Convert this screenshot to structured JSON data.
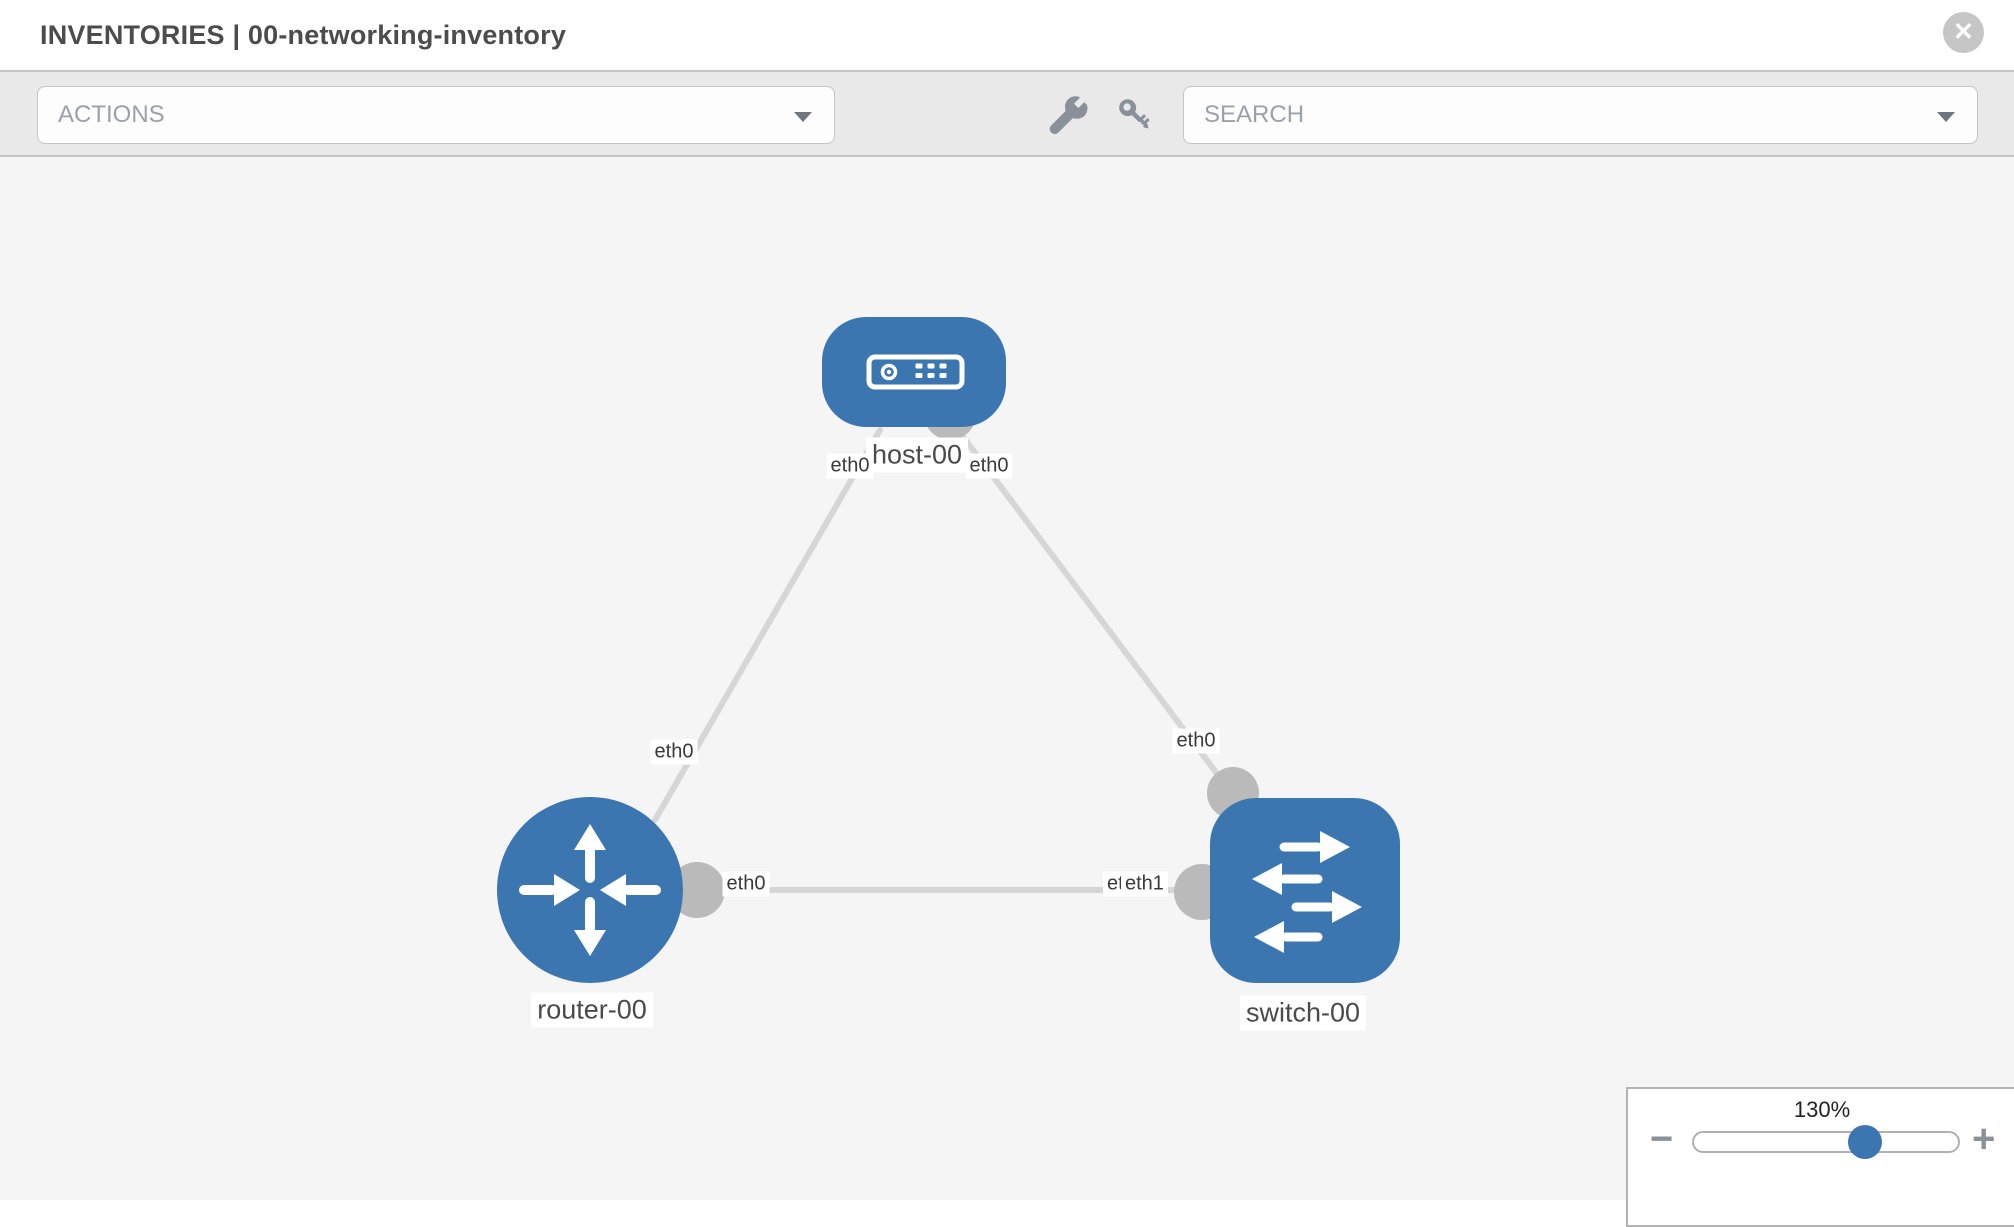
{
  "header": {
    "title": "INVENTORIES | 00-networking-inventory"
  },
  "toolbar": {
    "actions_label": "ACTIONS",
    "search_label": "SEARCH"
  },
  "icons": {
    "close": "✕",
    "minus": "−",
    "plus": "+",
    "wrench": "wrench-icon",
    "key": "key-icon",
    "caret": "chevron-down-icon"
  },
  "colors": {
    "node_blue": "#3b76b1",
    "link_gray": "#d6d6d6",
    "connector_gray": "#bababa",
    "canvas_bg": "#f5f5f6",
    "toolbar_bg": "#e9e9e9"
  },
  "topology": {
    "nodes": [
      {
        "id": "host-00",
        "type": "host",
        "label": "host-00"
      },
      {
        "id": "router-00",
        "type": "router",
        "label": "router-00"
      },
      {
        "id": "switch-00",
        "type": "switch",
        "label": "switch-00"
      }
    ],
    "links": [
      {
        "from": "host-00",
        "to": "router-00",
        "from_if": "eth0",
        "to_if": "eth0"
      },
      {
        "from": "host-00",
        "to": "switch-00",
        "from_if": "eth0",
        "to_if": "eth0"
      },
      {
        "from": "router-00",
        "to": "switch-00",
        "from_if": "eth0",
        "to_if": "eth1",
        "to_if_under": "eth0"
      }
    ]
  },
  "zoom_control": {
    "value": "130%"
  }
}
